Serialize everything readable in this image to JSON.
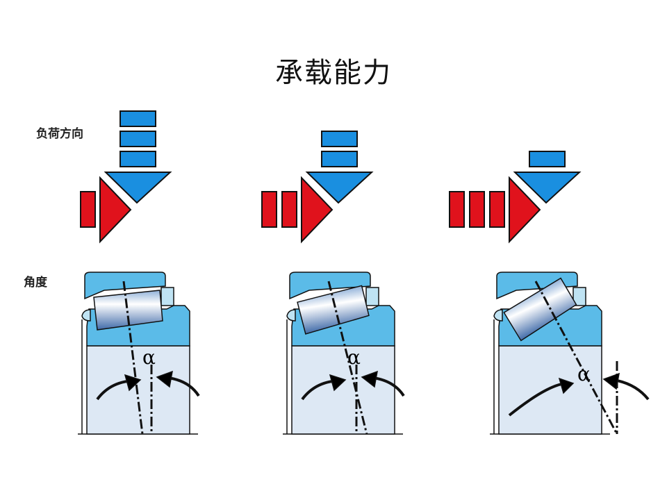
{
  "title": "承载能力",
  "labels": {
    "load_direction": "负荷方向",
    "angle": "角度"
  },
  "angle_symbol": "α",
  "colors": {
    "axial_load": "#1a8fe0",
    "radial_load": "#e0121c",
    "ring": "#5bbbe8",
    "bore": "#dde8f4"
  },
  "panels": [
    {
      "axial_blocks": 3,
      "radial_blocks": 1,
      "contact_angle": "small"
    },
    {
      "axial_blocks": 2,
      "radial_blocks": 2,
      "contact_angle": "medium"
    },
    {
      "axial_blocks": 1,
      "radial_blocks": 3,
      "contact_angle": "large"
    }
  ]
}
